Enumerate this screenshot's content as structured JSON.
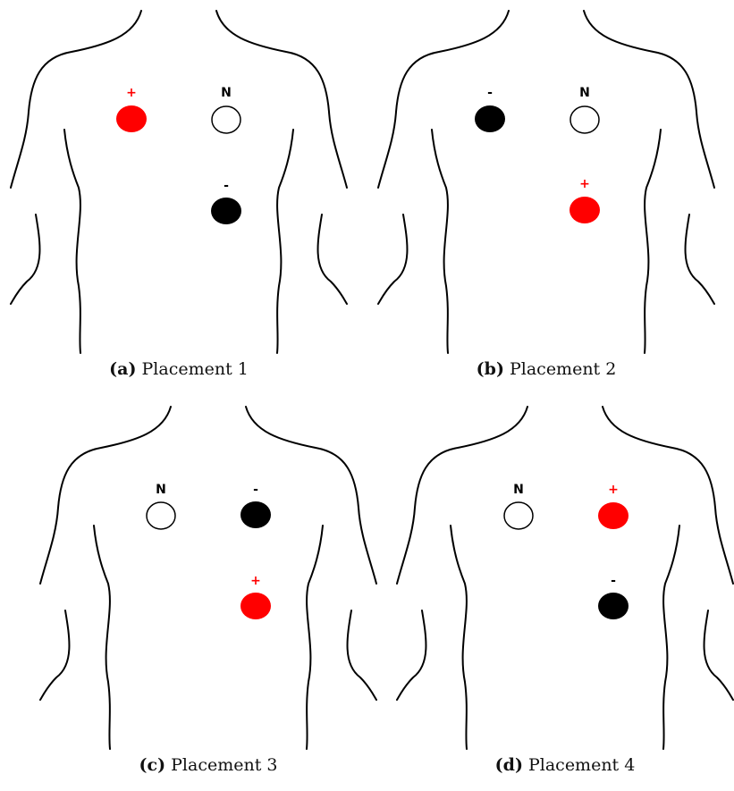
{
  "colors": {
    "positive": "#ff0000",
    "negative": "#000000",
    "neutral": "#ffffff",
    "outline": "#000000"
  },
  "panels": [
    {
      "letter": "(a)",
      "title": "Placement 1",
      "electrodes": {
        "positive": {
          "sign": "+"
        },
        "negative": {
          "sign": "-"
        },
        "neutral": {
          "sign": "N"
        }
      }
    },
    {
      "letter": "(b)",
      "title": "Placement 2",
      "electrodes": {
        "positive": {
          "sign": "+"
        },
        "negative": {
          "sign": "-"
        },
        "neutral": {
          "sign": "N"
        }
      }
    },
    {
      "letter": "(c)",
      "title": "Placement 3",
      "electrodes": {
        "positive": {
          "sign": "+"
        },
        "negative": {
          "sign": "-"
        },
        "neutral": {
          "sign": "N"
        }
      }
    },
    {
      "letter": "(d)",
      "title": "Placement 4",
      "electrodes": {
        "positive": {
          "sign": "+"
        },
        "negative": {
          "sign": "-"
        },
        "neutral": {
          "sign": "N"
        }
      }
    }
  ]
}
